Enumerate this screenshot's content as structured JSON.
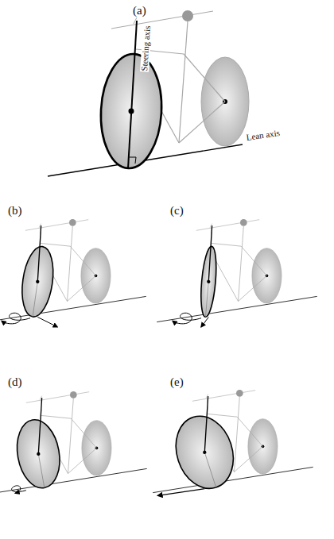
{
  "diagram": {
    "labels": [
      "(a)",
      "Steering axis",
      "Lean axis",
      "(b)",
      "(c)",
      "(d)",
      "(e)"
    ]
  }
}
